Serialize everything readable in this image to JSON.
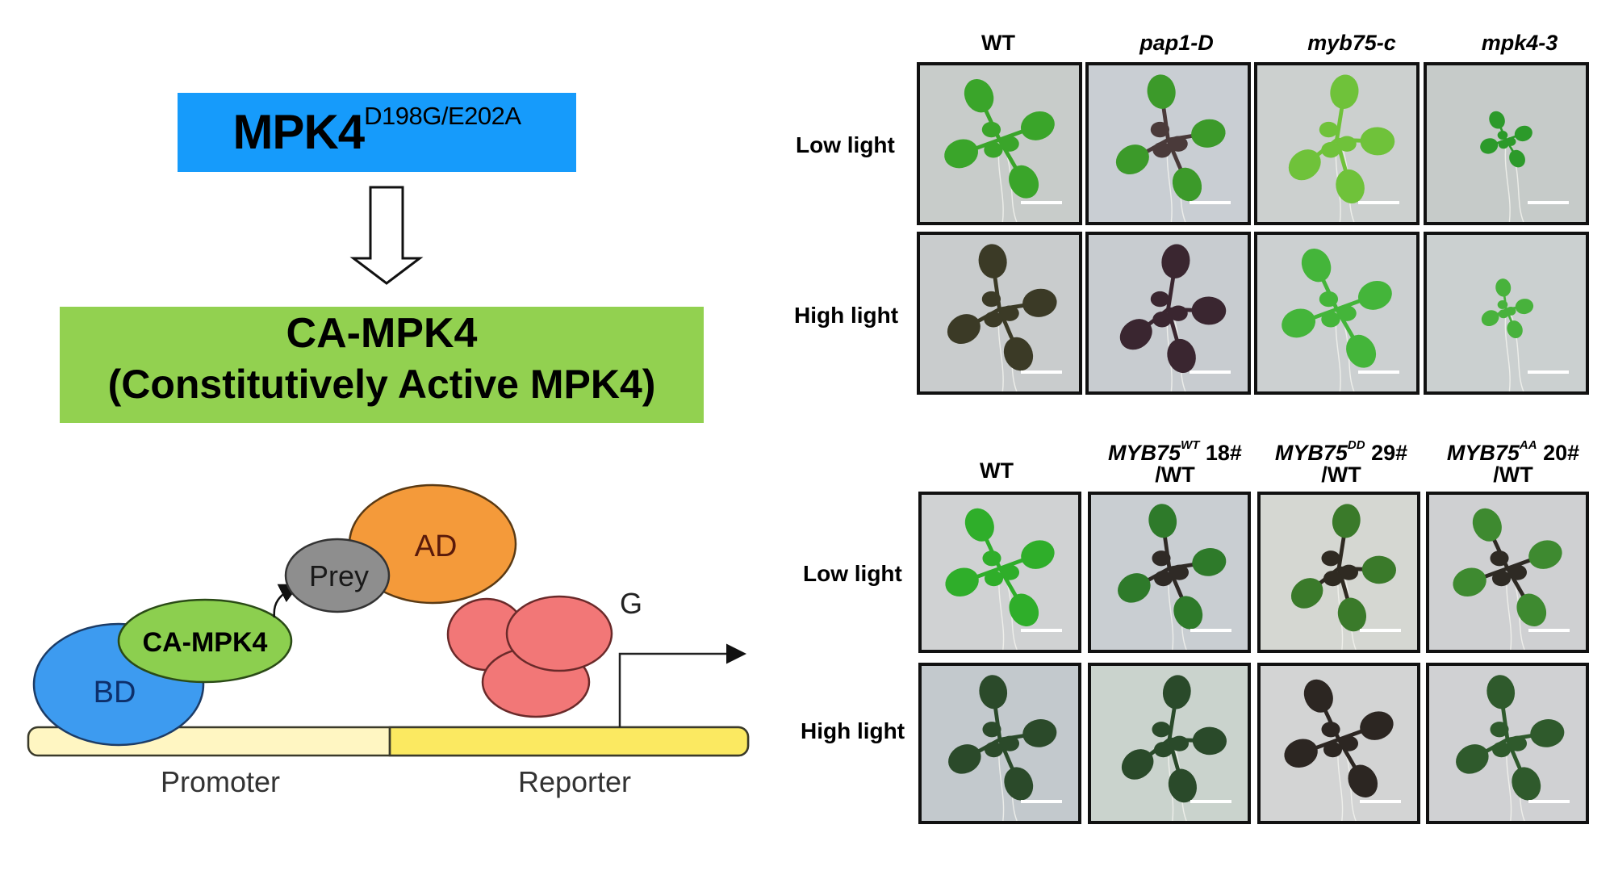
{
  "left": {
    "mutant": {
      "base": "MPK4",
      "superscript": "D198G/E202A",
      "color": "#169bfb"
    },
    "result": {
      "line1": "CA-MPK4",
      "line2": "(Constitutively Active MPK4)",
      "color": "#92d150"
    },
    "y2h": {
      "bd": {
        "label": "BD",
        "fill": "#3d9bf0",
        "text_color": "#0d2f6b"
      },
      "bait": {
        "label": "CA-MPK4",
        "fill": "#8ccf4f"
      },
      "prey": {
        "label": "Prey",
        "fill": "#8e8e8e"
      },
      "ad": {
        "label": "AD",
        "fill": "#f49a3a",
        "text_color": "#5a1a0a"
      },
      "reporter_protein": {
        "label": "G",
        "fill": "#f27777"
      },
      "promoter_label": "Promoter",
      "reporter_label": "Reporter",
      "promoter_fill": "#fff6c2",
      "reporter_fill": "#fbe961"
    }
  },
  "top_grid": {
    "columns": [
      {
        "label": "WT",
        "italic": false
      },
      {
        "label": "pap1-D",
        "italic": true
      },
      {
        "label": "myb75-c",
        "italic": true
      },
      {
        "label": "mpk4-3",
        "italic": true
      }
    ],
    "rows": [
      "Low light",
      "High light"
    ],
    "panels": [
      [
        {
          "leaf": "#3aa52a",
          "size": "normal",
          "bg": "#c8ccca"
        },
        {
          "leaf": "#3c9a2a",
          "center": "#4a3a3a",
          "size": "normal",
          "bg": "#c9ced3"
        },
        {
          "leaf": "#6fc23a",
          "size": "normal",
          "bg": "#ccd0cf"
        },
        {
          "leaf": "#2c9a2a",
          "size": "small",
          "bg": "#c6cbc9"
        }
      ],
      [
        {
          "leaf": "#3b3a26",
          "size": "normal",
          "bg": "#c9cccd"
        },
        {
          "leaf": "#3a2630",
          "size": "normal",
          "bg": "#c8ccd0"
        },
        {
          "leaf": "#44b53a",
          "size": "normal",
          "bg": "#ccd0d1"
        },
        {
          "leaf": "#48b23c",
          "size": "small",
          "bg": "#cbd0d0"
        }
      ]
    ]
  },
  "bottom_grid": {
    "columns": [
      {
        "name": "WT",
        "sup": "",
        "suffix": "",
        "line2": ""
      },
      {
        "name": "MYB75",
        "sup": "WT",
        "suffix": " 18#",
        "line2": "/WT"
      },
      {
        "name": "MYB75",
        "sup": "DD",
        "suffix": " 29#",
        "line2": "/WT"
      },
      {
        "name": "MYB75",
        "sup": "AA",
        "suffix": " 20#",
        "line2": "/WT"
      }
    ],
    "rows": [
      "Low light",
      "High light"
    ],
    "panels": [
      [
        {
          "leaf": "#2fae2a",
          "size": "normal",
          "bg": "#d0d2d3"
        },
        {
          "leaf": "#2e7a2a",
          "center": "#2f2a26",
          "size": "normal",
          "bg": "#c9ced2"
        },
        {
          "leaf": "#3a7a2a",
          "center": "#2f2a22",
          "size": "normal",
          "bg": "#d5d7d2"
        },
        {
          "leaf": "#3e8a30",
          "center": "#2e2a24",
          "size": "normal",
          "bg": "#cfd0d2"
        }
      ],
      [
        {
          "leaf": "#2b4a2a",
          "size": "normal",
          "bg": "#c3c9cd"
        },
        {
          "leaf": "#2a4a2a",
          "size": "normal",
          "bg": "#cad3cd"
        },
        {
          "leaf": "#2c2622",
          "size": "normal",
          "bg": "#d3d4d4"
        },
        {
          "leaf": "#2f5a2c",
          "size": "normal",
          "bg": "#d0d1d3"
        }
      ]
    ]
  }
}
